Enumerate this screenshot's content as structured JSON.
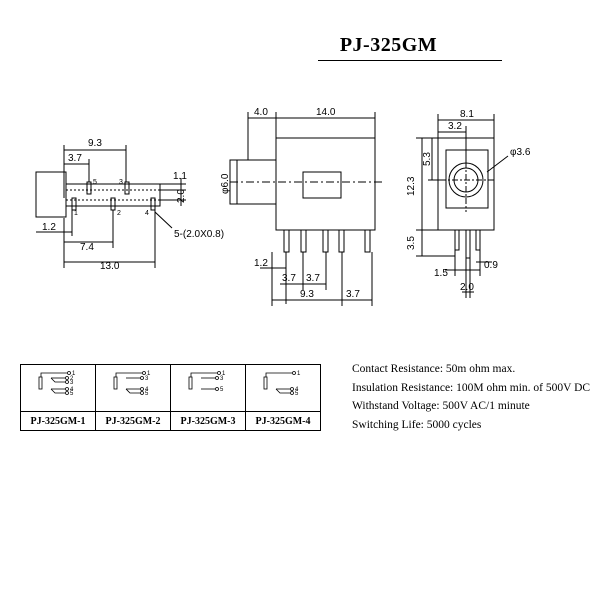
{
  "title": "PJ-325GM",
  "views": {
    "side": {
      "dims": [
        "9.3",
        "3.7",
        "1.1",
        "2.0",
        "1.2",
        "7.4",
        "13.0",
        "5-(2.0X0.8)"
      ],
      "pin_numbers": [
        "5",
        "3",
        "1",
        "2",
        "4"
      ]
    },
    "front": {
      "dims": [
        "4.0",
        "14.0",
        "φ6.0",
        "1.2",
        "3.7",
        "3.7",
        "9.3",
        "3.7"
      ]
    },
    "end": {
      "dims": [
        "8.1",
        "3.2",
        "φ3.6",
        "5.3",
        "12.3",
        "3.5",
        "1.5",
        "0.9",
        "2.0"
      ]
    }
  },
  "variants": [
    {
      "label": "PJ-325GM-1",
      "pins": [
        "1",
        "2",
        "3",
        "4",
        "5"
      ]
    },
    {
      "label": "PJ-325GM-2",
      "pins": [
        "1",
        "3",
        "4",
        "5"
      ]
    },
    {
      "label": "PJ-325GM-3",
      "pins": [
        "1",
        "3",
        "5"
      ]
    },
    {
      "label": "PJ-325GM-4",
      "pins": [
        "1",
        "4",
        "5"
      ]
    }
  ],
  "specs": [
    "Contact Resistance:     50m ohm max.",
    "Insulation Resistance: 100M ohm min. of 500V DC",
    "Withstand Voltage: 500V AC/1 minute",
    "Switching Life: 5000 cycles"
  ]
}
